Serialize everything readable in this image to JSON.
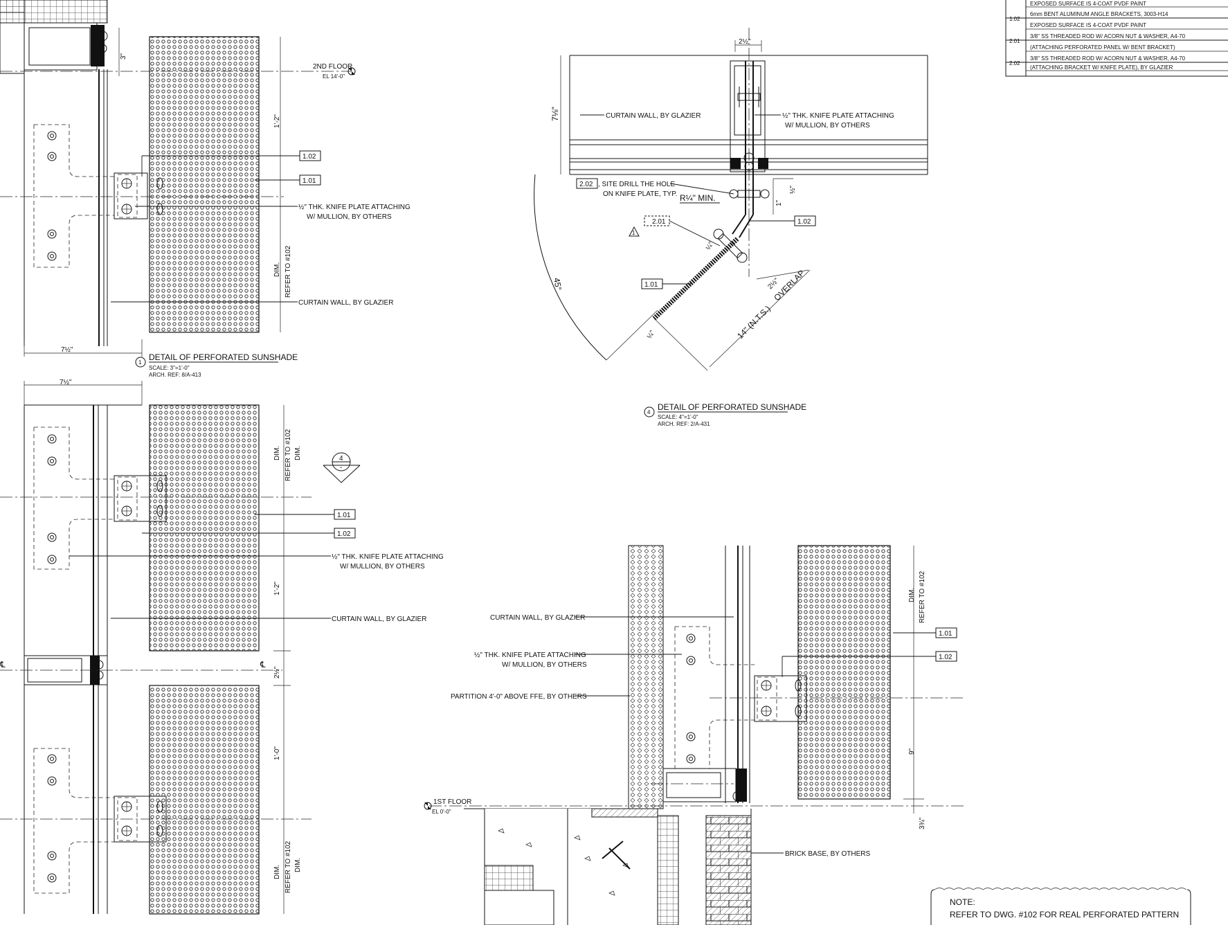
{
  "legend_table": {
    "rows": [
      {
        "id": "",
        "text": "EXPOSED SURFACE IS 4-COAT PVDF PAINT"
      },
      {
        "id": "1.02",
        "text": "6mm BENT ALUMINUM ANGLE BRACKETS, 3003-H14"
      },
      {
        "id": "",
        "text": "EXPOSED SURFACE IS 4-COAT PVDF PAINT"
      },
      {
        "id": "2.01",
        "text": "3/8\" SS THREADED ROD W/ ACORN NUT & WASHER, A4-70"
      },
      {
        "id": "",
        "text": "(ATTACHING PERFORATED PANEL W/ BENT BRACKET)"
      },
      {
        "id": "2.02",
        "text": "3/8\" SS THREADED ROD W/ ACORN NUT & WASHER, A4-70"
      },
      {
        "id": "",
        "text": "(ATTACHING BRACKET W/ KNIFE PLATE), BY GLAZIER"
      }
    ]
  },
  "detail1": {
    "level_name": "2ND FLOOR",
    "level_el": "EL 14'-0\"",
    "tag_102": "1.02",
    "tag_101": "1.01",
    "knife_plate_1": "½\" THK. KNIFE PLATE ATTACHING",
    "knife_plate_2": "W/ MULLION, BY OTHERS",
    "curtain_wall": "CURTAIN WALL, BY GLAZIER",
    "dim_1_2": "1'-2\"",
    "dim_refer": "REFER TO #102",
    "dim_dim": "DIM.",
    "dim_width": "7½\"",
    "dim_top": "3\"",
    "title_num": "1",
    "title": "DETAIL OF PERFORATED SUNSHADE",
    "scale": "SCALE: 3\"=1'-0\"",
    "arch_ref": "ARCH. REF: 8/A-413"
  },
  "detail2": {
    "dim_width": "7½\"",
    "tag_101": "1.01",
    "tag_102": "1.02",
    "knife_plate_1": "½\" THK. KNIFE PLATE ATTACHING",
    "knife_plate_2": "W/ MULLION, BY OTHERS",
    "curtain_wall": "CURTAIN WALL, BY GLAZIER",
    "dim_1_2": "1'-2\"",
    "dim_1_0": "1'-0\"",
    "dim_refer": "REFER TO #102",
    "dim_dim": "DIM.",
    "dim_mid": "2½\"",
    "section_num": "4",
    "section_sub": "-",
    "cl": "℄"
  },
  "detail4": {
    "dim_top": "2½\"",
    "dim_left": "7⅛\"",
    "curtain_wall": "CURTAIN WALL, BY GLAZIER",
    "knife_plate_1": "½\" THK. KNIFE PLATE ATTACHING",
    "knife_plate_2": "W/ MULLION, BY OTHERS",
    "tag_202": "2.02",
    "site_drill_1": ", SITE DRILL THE HOLE",
    "site_drill_2": "ON KNIFE PLATE, TYP.",
    "radius": "R¼\" MIN.",
    "tag_201": "2.01",
    "tag_102": "1.02",
    "tag_101": "1.01",
    "delta": "1",
    "angle": "45°",
    "dim_14": "14\" (N.T.S.)",
    "overlap": "OVERLAP",
    "dim_overlap": "2½\"",
    "dim_1": "1\"",
    "dim_half": "½\"",
    "dim_quarter": "¼\"",
    "title_num": "4",
    "title": "DETAIL OF PERFORATED SUNSHADE",
    "scale": "SCALE: 4\"=1'-0\"",
    "arch_ref": "ARCH. REF: 2/A-431"
  },
  "detail3": {
    "curtain_wall": "CURTAIN WALL, BY GLAZIER",
    "knife_plate_1": "½\" THK. KNIFE PLATE ATTACHING",
    "knife_plate_2": "W/ MULLION, BY OTHERS",
    "partition": "PARTITION 4'-0\" ABOVE FFE, BY OTHERS",
    "level_name": "1ST FLOOR",
    "level_el": "EL 0'-0\"",
    "brick": "BRICK BASE, BY OTHERS",
    "tag_101": "1.01",
    "tag_102": "1.02",
    "dim_refer": "REFER TO #102",
    "dim_dim": "DIM.",
    "dim_9": "9\"",
    "dim_34": "3¾\""
  },
  "note": {
    "heading": "NOTE:",
    "text": "REFER TO DWG. #102 FOR REAL PERFORATED PATTERN"
  }
}
